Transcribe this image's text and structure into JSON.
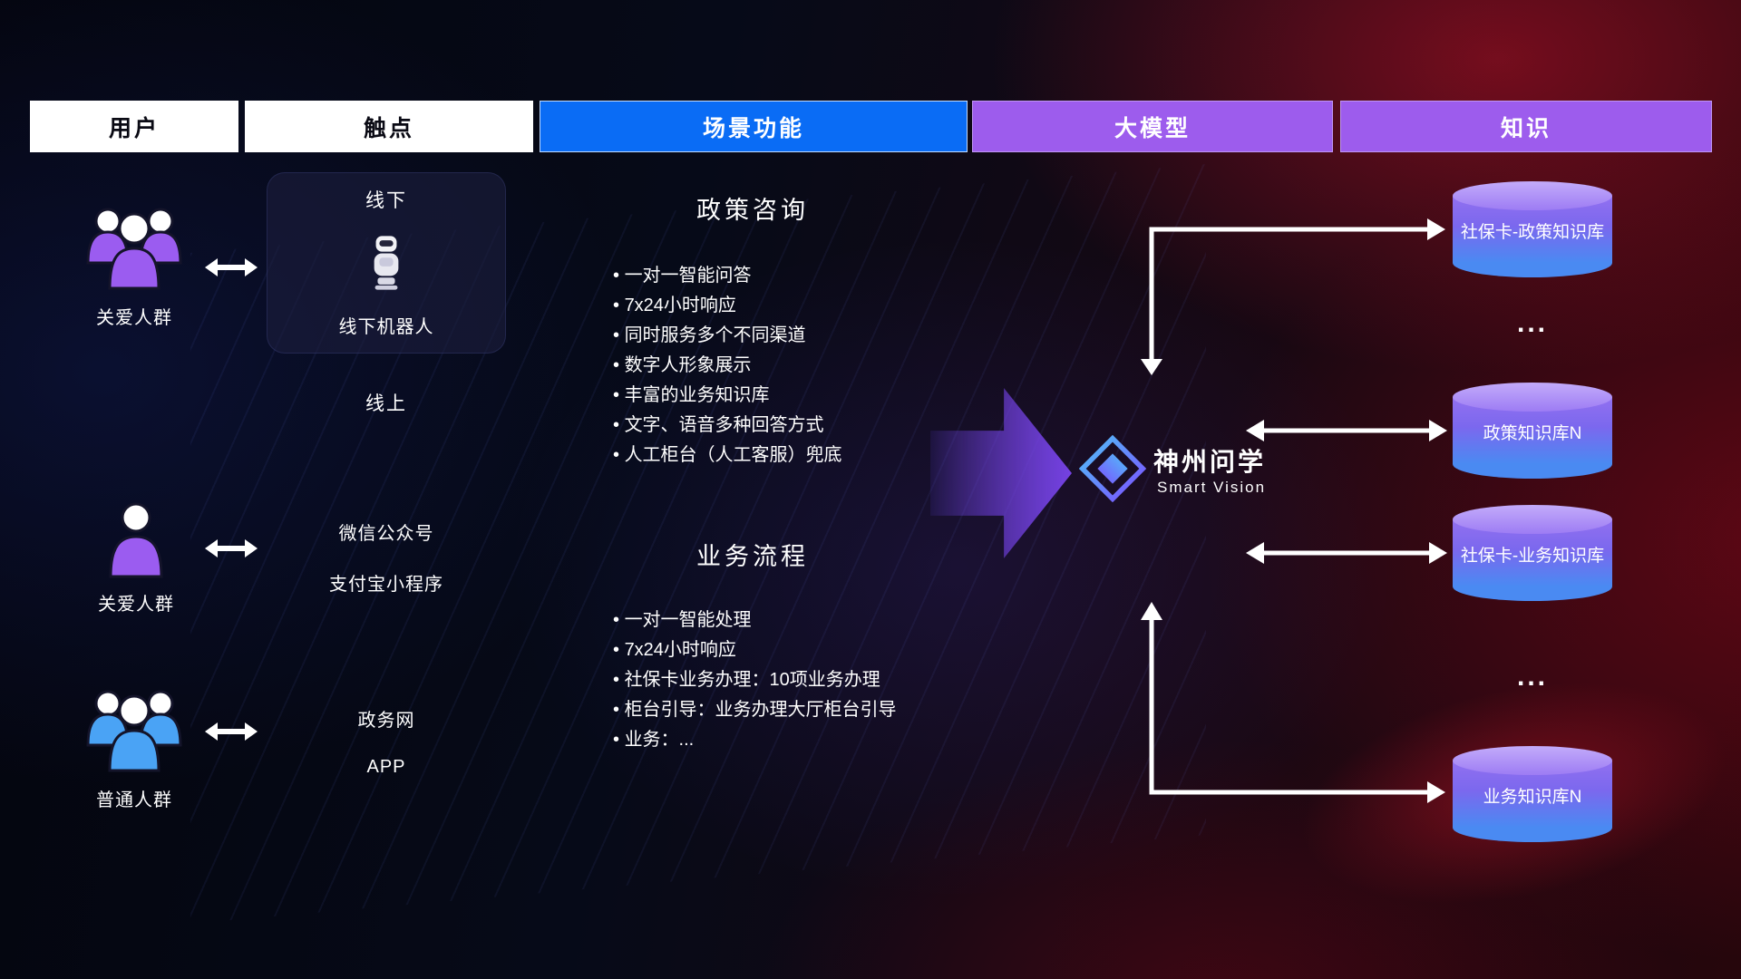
{
  "colors": {
    "header_blue": "#0a6cf5",
    "header_purple": "#9d5ced",
    "accent_purple": "#9b5cf0",
    "accent_blue": "#4aa3f5",
    "db_top": "#c3abfa",
    "db_bottom": "#4a8af2",
    "arrow_white": "#ffffff",
    "big_arrow_purple": "#7c46f0"
  },
  "headers": {
    "user": "用户",
    "touchpoint": "触点",
    "scenario": "场景功能",
    "model": "大模型",
    "knowledge": "知识"
  },
  "users": {
    "group1_label": "关爱人群",
    "group2_label": "关爱人群",
    "group3_label": "普通人群"
  },
  "touchpoints": {
    "offline_title": "线下",
    "offline_robot_label": "线下机器人",
    "online_title": "线上",
    "wechat": "微信公众号",
    "alipay": "支付宝小程序",
    "gov_web": "政务网",
    "app": "APP"
  },
  "scenarios": {
    "policy": {
      "title": "政策咨询",
      "items": [
        "一对一智能问答",
        "7x24小时响应",
        "同时服务多个不同渠道",
        "数字人形象展示",
        "丰富的业务知识库",
        "文字、语音多种回答方式",
        "人工柜台（人工客服）兜底"
      ]
    },
    "business": {
      "title": "业务流程",
      "items": [
        "一对一智能处理",
        "7x24小时响应",
        "社保卡业务办理：10项业务办理",
        "柜台引导：业务办理大厅柜台引导",
        "业务：..."
      ]
    }
  },
  "model": {
    "name": "神州问学",
    "subtitle": "Smart Vision"
  },
  "knowledge": {
    "db1": "社保卡-政策知识库",
    "ellipsis1": "...",
    "db2": "政策知识库N",
    "db3": "社保卡-业务知识库",
    "ellipsis2": "...",
    "db4": "业务知识库N"
  }
}
